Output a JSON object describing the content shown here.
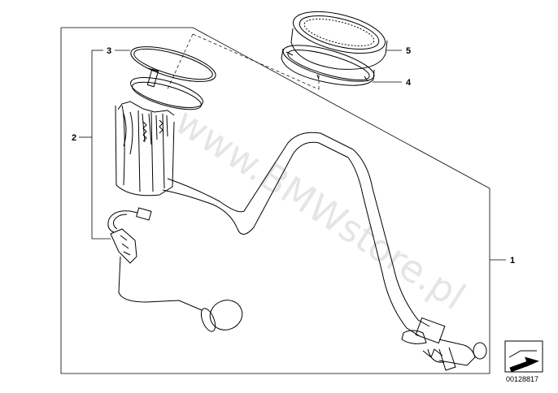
{
  "diagram": {
    "watermark": "www.BMWstore.pl",
    "reference_number": "00128817",
    "icon": "arrow-stamp-icon",
    "callouts": [
      {
        "id": "1",
        "label": "1"
      },
      {
        "id": "2",
        "label": "2"
      },
      {
        "id": "3",
        "label": "3"
      },
      {
        "id": "4",
        "label": "4"
      },
      {
        "id": "5",
        "label": "5"
      }
    ]
  }
}
